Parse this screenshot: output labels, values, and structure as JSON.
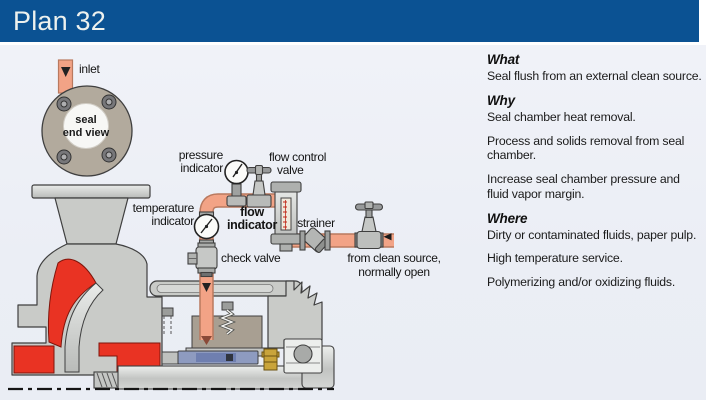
{
  "header": {
    "title": "Plan 32"
  },
  "colors": {
    "header_bg": "#0B5293",
    "panel_bg": "#ECEFF6",
    "pipe": "#F2A386",
    "pipe_outline": "#B9795F",
    "metal_gray": "#C9CBC8",
    "fluid_red": "#E93323",
    "fluid_red_outline": "#7E150B",
    "seal_face_tan": "#B2AA9D",
    "seal_component_blue": "#8E9BC0",
    "brass": "#C9A43B"
  },
  "diagram": {
    "labels": {
      "inlet": "inlet",
      "seal_line1": "seal",
      "seal_line2": "end view",
      "pressure_line1": "pressure",
      "pressure_line2": "indicator",
      "flow_control_line1": "flow control",
      "flow_control_line2": "valve",
      "temperature_line1": "temperature",
      "temperature_line2": "indicator",
      "flow_indicator_line1": "flow",
      "flow_indicator_line2": "indicator",
      "check_valve": "check valve",
      "strainer": "strainer",
      "source_line1": "from clean source,",
      "source_line2": "normally open"
    }
  },
  "info_panel": {
    "sections": [
      {
        "heading": "What",
        "paragraphs": [
          "Seal flush from an external clean source."
        ]
      },
      {
        "heading": "Why",
        "paragraphs": [
          "Seal chamber heat removal.",
          "Process and solids removal from seal chamber.",
          "Increase seal chamber pressure and fluid vapor margin."
        ]
      },
      {
        "heading": "Where",
        "paragraphs": [
          "Dirty or contaminated fluids, paper pulp.",
          "High temperature service.",
          "Polymerizing and/or oxidizing fluids."
        ]
      }
    ]
  }
}
